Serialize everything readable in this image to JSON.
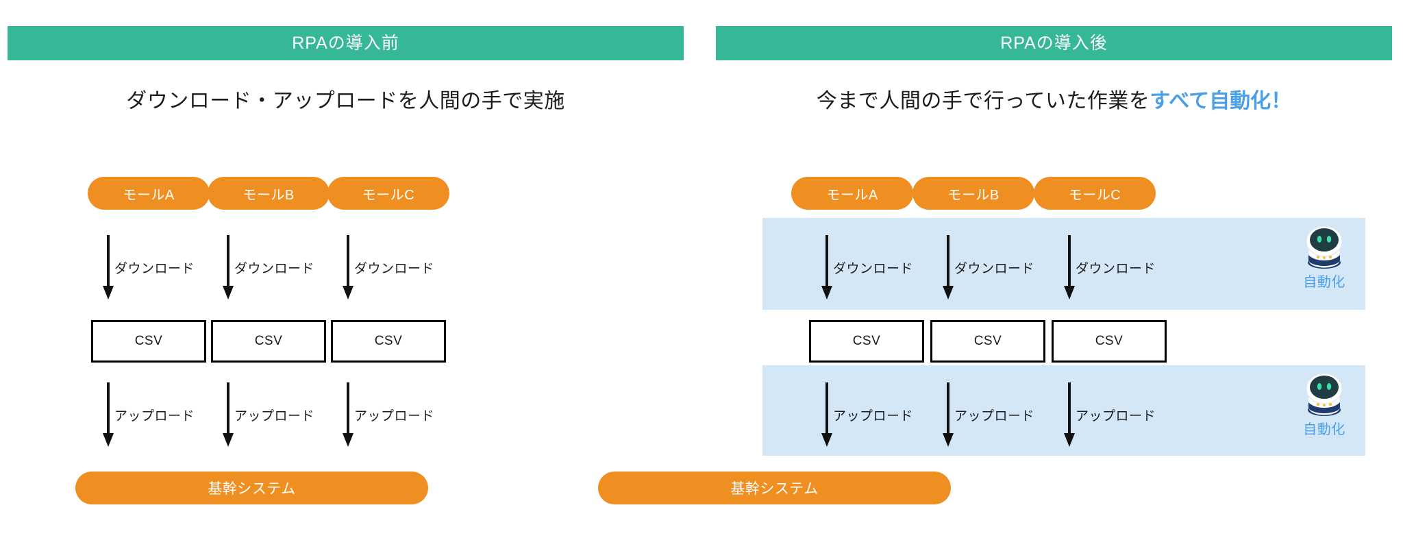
{
  "theme": {
    "header_green": "#35b798",
    "pill_orange": "#ef8f21",
    "band_blue": "#d4e7f7",
    "accent_blue": "#4a9fe8",
    "text_dark": "#1c1c1c",
    "box_border": "#000000",
    "page_background": "#ffffff"
  },
  "panels": {
    "before": {
      "header_title": "RPAの導入前",
      "subtitle_plain": "ダウンロード・アップロードを人間の手で実施",
      "subtitle_accent": "",
      "malls": [
        {
          "label": "モールA"
        },
        {
          "label": "モールB"
        },
        {
          "label": "モールC"
        }
      ],
      "download_labels": [
        "ダウンロード",
        "ダウンロード",
        "ダウンロード"
      ],
      "csv_labels": [
        "CSV",
        "CSV",
        "CSV"
      ],
      "upload_labels": [
        "アップロード",
        "アップロード",
        "アップロード"
      ],
      "core_system_label": "基幹システム",
      "automation": {
        "enabled": false
      }
    },
    "after": {
      "header_title": "RPAの導入後",
      "subtitle_plain": "今まで人間の手で行っていた作業を",
      "subtitle_accent": "すべて自動化！",
      "malls": [
        {
          "label": "モールA"
        },
        {
          "label": "モールB"
        },
        {
          "label": "モールC"
        }
      ],
      "download_labels": [
        "ダウンロード",
        "ダウンロード",
        "ダウンロード"
      ],
      "csv_labels": [
        "CSV",
        "CSV",
        "CSV"
      ],
      "upload_labels": [
        "アップロード",
        "アップロード",
        "アップロード"
      ],
      "core_system_label": "基幹システム",
      "automation": {
        "enabled": true,
        "icon": "robot-icon",
        "download_band_label": "自動化",
        "upload_band_label": "自動化"
      }
    }
  }
}
